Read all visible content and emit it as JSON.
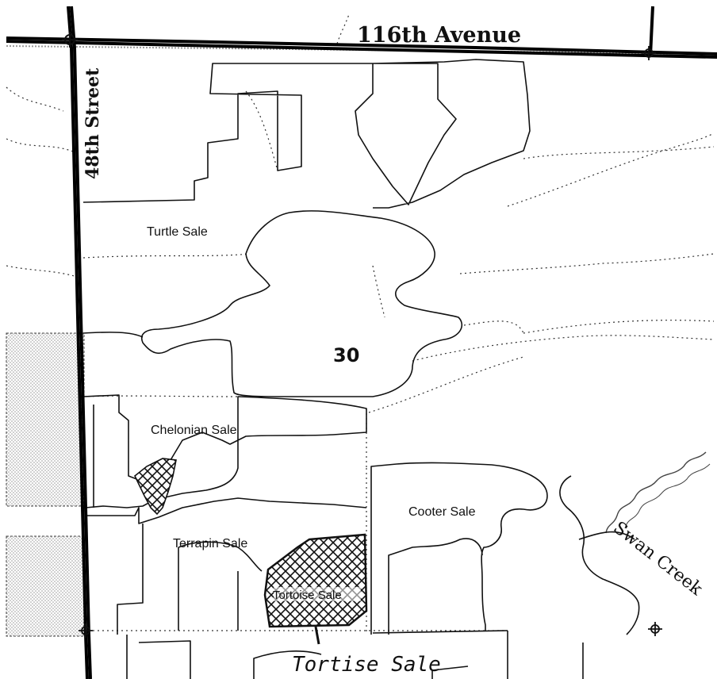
{
  "map": {
    "roads": {
      "avenue_label": "116th Avenue",
      "street_label": "48th Street"
    },
    "section_number": "30",
    "parcels": {
      "turtle": "Turtle Sale",
      "chelonian": "Chelonian Sale",
      "terrapin": "Terrapin Sale",
      "cooter": "Cooter Sale",
      "tortoise_inner": "Tortoise Sale",
      "tortoise_handwritten": "Tortise Sale"
    },
    "creek_label": "Swan Creek",
    "colors": {
      "ink": "#111111",
      "stipple": "#9a9a9a",
      "background": "#ffffff"
    },
    "icons": [
      "survey-corner-marker-icon",
      "crosshatch-pattern"
    ]
  }
}
